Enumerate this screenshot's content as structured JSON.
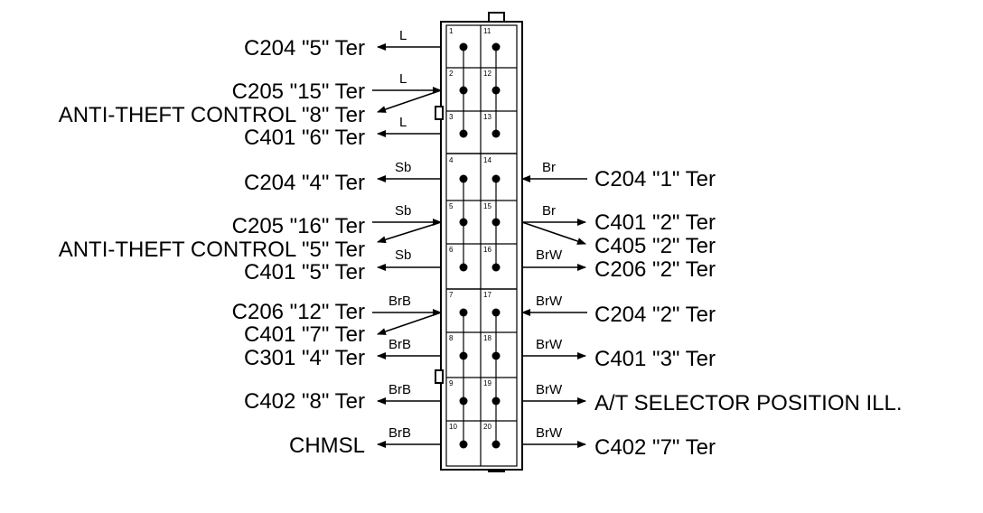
{
  "connector": {
    "pins": [
      "1",
      "11",
      "2",
      "12",
      "3",
      "13",
      "4",
      "14",
      "5",
      "15",
      "6",
      "16",
      "7",
      "17",
      "8",
      "18",
      "9",
      "19",
      "10",
      "20"
    ]
  },
  "left": {
    "labels": [
      "C204 \"5\" Ter",
      "C205 \"15\" Ter",
      "ANTI-THEFT CONTROL \"8\" Ter",
      "C401 \"6\" Ter",
      "C204 \"4\" Ter",
      "C205 \"16\" Ter",
      "ANTI-THEFT CONTROL \"5\" Ter",
      "C401 \"5\" Ter",
      "C206 \"12\" Ter",
      "C401 \"7\" Ter",
      "C301 \"4\" Ter",
      "C402 \"8\" Ter",
      "CHMSL"
    ],
    "wires": [
      "L",
      "L",
      "L",
      "Sb",
      "Sb",
      "Sb",
      "BrB",
      "BrB",
      "BrB",
      "BrB"
    ]
  },
  "right": {
    "labels": [
      "C204 \"1\" Ter",
      "C401 \"2\" Ter",
      "C405 \"2\" Ter",
      "C206 \"2\" Ter",
      "C204 \"2\" Ter",
      "C401 \"3\" Ter",
      "A/T SELECTOR POSITION ILL.",
      "C402 \"7\" Ter"
    ],
    "wires": [
      "Br",
      "Br",
      "BrW",
      "BrW",
      "BrW",
      "BrW",
      "BrW"
    ]
  }
}
